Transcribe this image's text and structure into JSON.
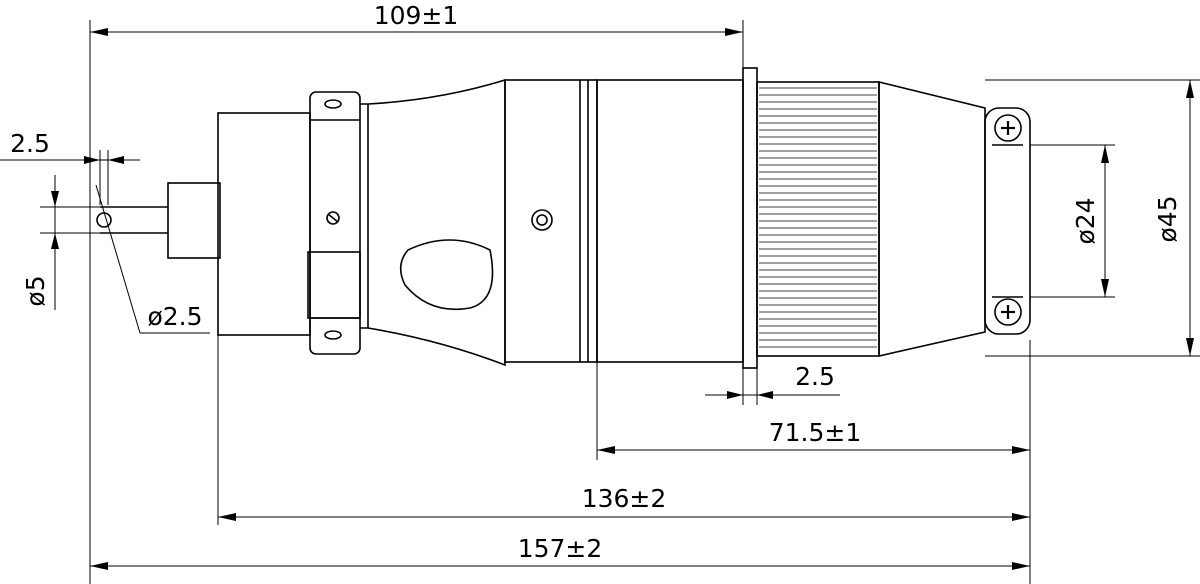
{
  "drawing": {
    "dimensions": {
      "dim_109": "109±1",
      "dim_2_5_left": "2.5",
      "dim_phi5": "ø5",
      "dim_phi2_5": "ø2.5",
      "dim_2_5_flange": "2.5",
      "dim_71_5": "71.5±1",
      "dim_136": "136±2",
      "dim_157": "157±2",
      "dim_phi24": "ø24",
      "dim_phi45": "ø45"
    }
  }
}
